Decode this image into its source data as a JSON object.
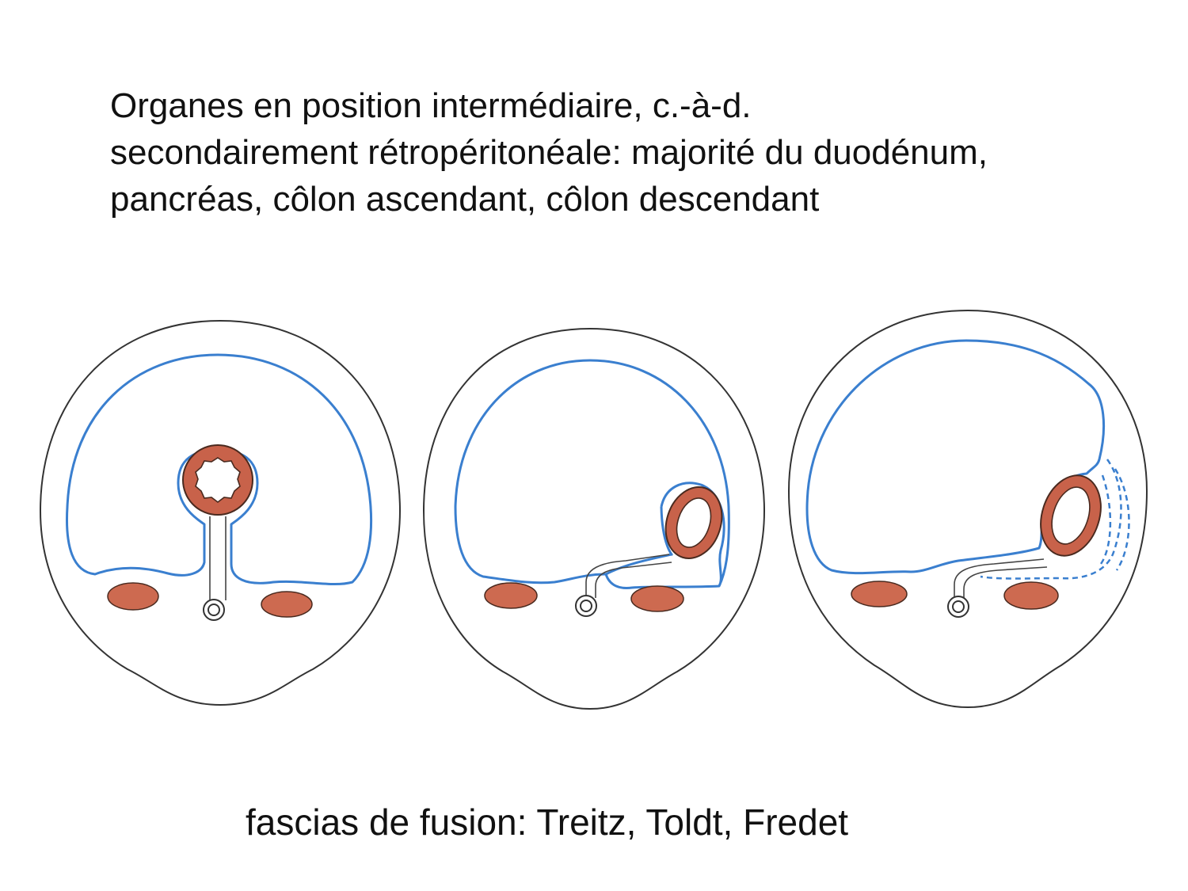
{
  "title": {
    "line1": "Organes en position intermédiaire, c.-à-d.",
    "line2": "secondairement rétropéritonéale: majorité du duodénum,",
    "line3": "pancréas, côlon ascendant, côlon descendant"
  },
  "caption": "fascias de fusion: Treitz, Toldt, Fredet",
  "colors": {
    "peritoneum": "#3a7fcf",
    "organ": "#c8624a",
    "outline": "#333333",
    "background": "#ffffff"
  }
}
